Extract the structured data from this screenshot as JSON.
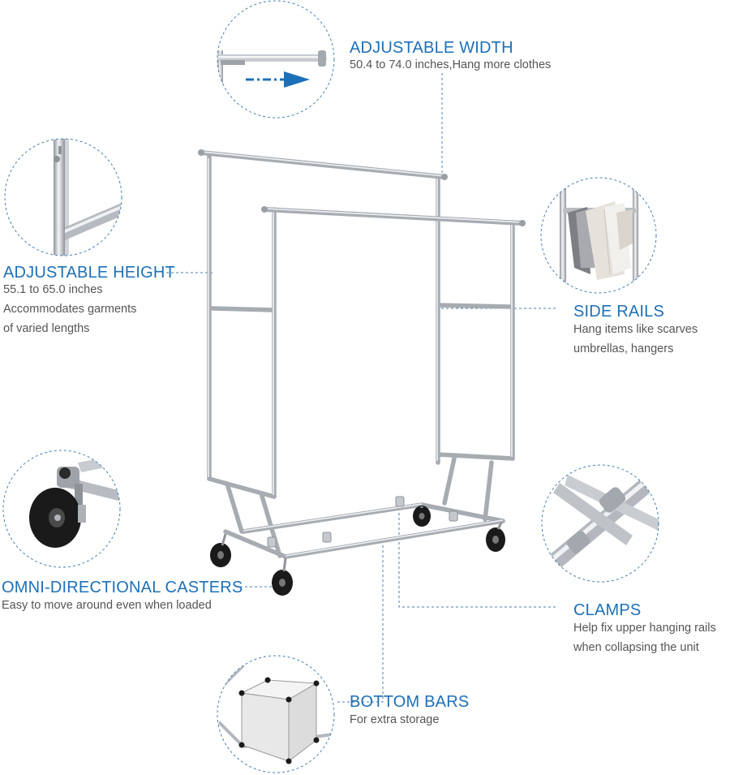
{
  "colors": {
    "accent": "#1d70b8",
    "callout_text": "#555555",
    "chrome": "#b8bcc2",
    "wheel": "#1a1a1a",
    "box_panel": "#e8e8e8"
  },
  "icons": {
    "arrow": "right-arrow-icon",
    "wheel": "caster-wheel-icon"
  },
  "features": {
    "width": {
      "title": "ADJUSTABLE WIDTH",
      "description": "50.4 to 74.0 inches,Hang more clothes"
    },
    "height": {
      "title": "ADJUSTABLE HEIGHT",
      "line1": "55.1 to 65.0 inches",
      "line2": "Accommodates garments",
      "line3": "of varied lengths"
    },
    "side_rails": {
      "title": "SIDE RAILS",
      "line1": "Hang items like scarves",
      "line2": "umbrellas, hangers"
    },
    "casters": {
      "title": "OMNI-DIRECTIONAL CASTERS",
      "description": "Easy to move around even when loaded"
    },
    "clamps": {
      "title": "CLAMPS",
      "line1": "Help fix upper hanging rails",
      "line2": "when collapsing the unit"
    },
    "bottom_bars": {
      "title": "BOTTOM BARS",
      "description": "For extra storage"
    }
  }
}
